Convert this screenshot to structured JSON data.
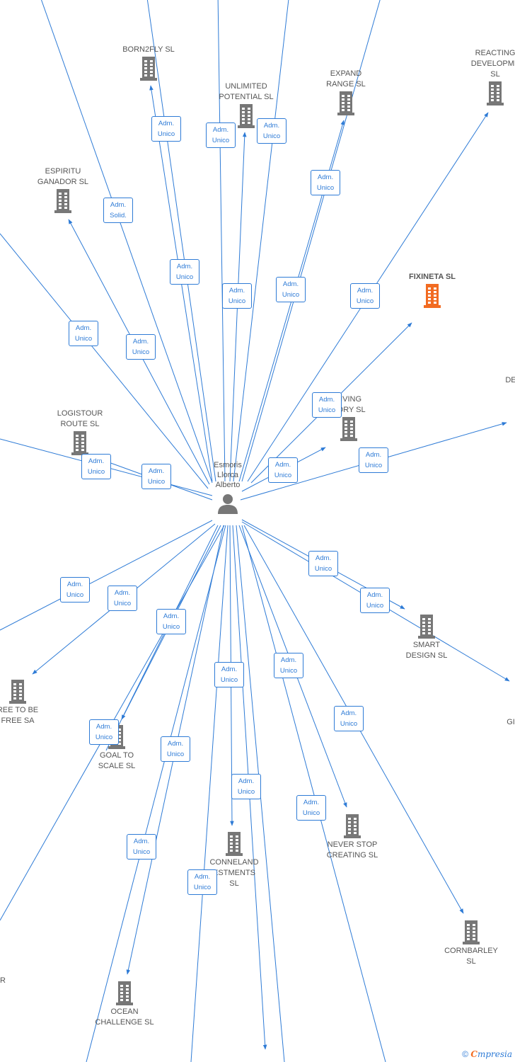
{
  "colors": {
    "edge": "#2e7bd6",
    "building": "#777777",
    "highlight": "#f26b21",
    "text": "#555555"
  },
  "person": {
    "name": "Esmoris\nLlorca\nAlberto",
    "icon": "person-icon"
  },
  "companies": [
    {
      "label": "BORN2FLY  SL",
      "icon": "building-icon"
    },
    {
      "label": "UNLIMITED\nPOTENTIAL  SL",
      "icon": "building-icon"
    },
    {
      "label": "EXPAND\nRANGE  SL",
      "icon": "building-icon"
    },
    {
      "label": "REACTING\nDEVELOPME\nSL",
      "icon": "building-icon"
    },
    {
      "label": "ESPIRITU\nGANADOR SL",
      "icon": "building-icon"
    },
    {
      "label": "FIXINETA  SL",
      "icon": "building-icon",
      "highlight": true
    },
    {
      "label": "LIVING\nSORY  SL",
      "icon": "building-icon"
    },
    {
      "label": "LOGISTOUR\nROUTE  SL",
      "icon": "building-icon"
    },
    {
      "label": "SMART\nDESIGN  SL",
      "icon": "building-icon"
    },
    {
      "label": "REE TO BE\nFREE SA",
      "icon": "building-icon"
    },
    {
      "label": "GOAL TO\nSCALE  SL",
      "icon": "building-icon"
    },
    {
      "label": "CONNELAND\nESTMENTS\nSL",
      "icon": "building-icon"
    },
    {
      "label": "NEVER STOP\nCREATING  SL",
      "icon": "building-icon"
    },
    {
      "label": "CORNBARLEY\nSL",
      "icon": "building-icon"
    },
    {
      "label": "OCEAN\nCHALLENGE  SL",
      "icon": "building-icon"
    },
    {
      "label": "DE",
      "icon": "none"
    },
    {
      "label": "GI",
      "icon": "none"
    },
    {
      "label": "R",
      "icon": "none"
    }
  ],
  "roles": [
    "Adm.\nUnico",
    "Adm.\nUnico",
    "Adm.\nUnico",
    "Adm.\nUnico",
    "Adm.\nSolid.",
    "Adm.\nUnico",
    "Adm.\nUnico",
    "Adm.\nUnico",
    "Adm.\nUnico",
    "Adm.\nUnico",
    "Adm.\nUnico",
    "Adm.\nUnico",
    "Adm.\nUnico",
    "Adm.\nUnico",
    "Adm.\nUnico",
    "Adm.\nUnico",
    "Adm.\nUnico",
    "Adm.\nUnico",
    "Adm.\nUnico",
    "Adm.\nUnico",
    "Adm.\nUnico",
    "Adm.\nUnico",
    "Adm.\nUnico",
    "Adm.\nUnico",
    "Adm.\nUnico",
    "Adm.\nUnico",
    "Adm.\nUnico",
    "Adm.\nUnico",
    "Adm.\nUnico",
    "Adm.\nUnico"
  ],
  "footer": {
    "copyright": "©",
    "brand_e": "C",
    "brand_rest": "mpresia"
  }
}
